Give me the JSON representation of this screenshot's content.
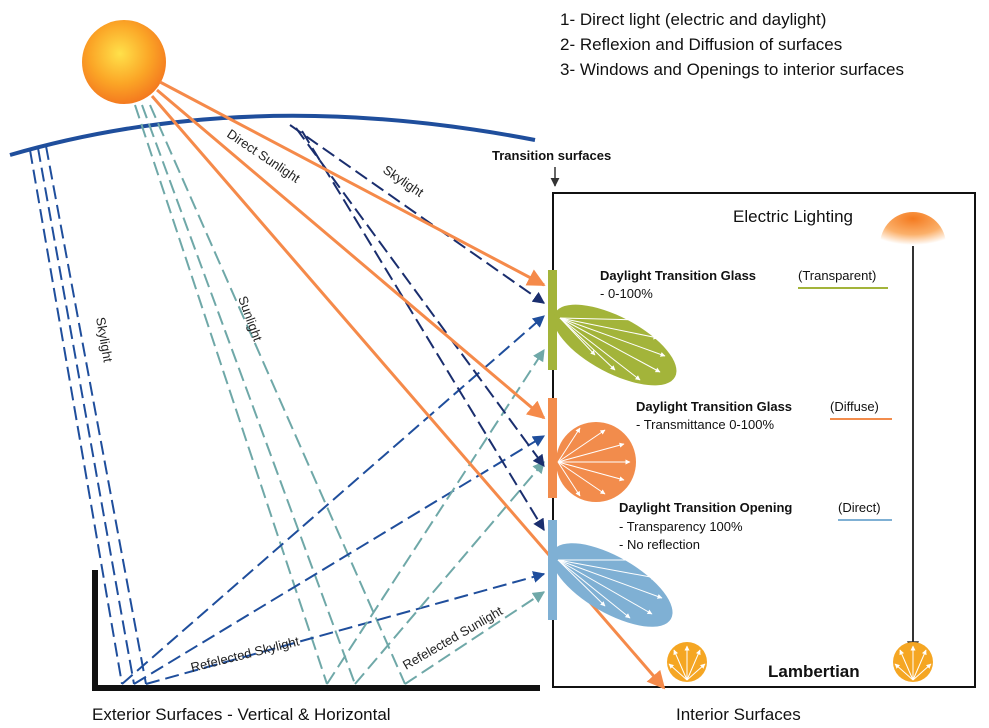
{
  "legend": [
    "1- Direct light (electric and daylight)",
    "2- Reflexion and Diffusion of surfaces",
    "3- Windows and Openings to interior surfaces"
  ],
  "ray_labels": {
    "skylight_left": "Skylight",
    "sunlight": "Sunlight",
    "direct_sunlight": "Direct Sunlight",
    "skylight_top": "Skylight",
    "reflected_skylight": "Refelected Skylight",
    "reflected_sunlight": "Refelected Sunlight"
  },
  "transition_surfaces_label": "Transition surfaces",
  "panels": [
    {
      "title": "Daylight Transition Glass",
      "type": "(Transparent)",
      "details": [
        "- 0-100%"
      ],
      "color": "#a3b43a"
    },
    {
      "title": "Daylight Transition Glass",
      "type": "(Diffuse)",
      "details": [
        "- Transmittance 0-100%"
      ],
      "color": "#f28c4c"
    },
    {
      "title": "Daylight Transition Opening",
      "type": "(Direct)",
      "details": [
        "- Transparency 100%",
        "- No reflection"
      ],
      "color": "#7fb0d4"
    }
  ],
  "electric_lighting_label": "Electric Lighting",
  "lambertian_label": "Lambertian",
  "footer": {
    "exterior": "Exterior Surfaces - Vertical & Horizontal",
    "interior": "Interior Surfaces"
  },
  "colors": {
    "sun": "#f7941d",
    "direct_ray": "#f58a4a",
    "sky_dome": "#1f4e9c",
    "skylight_ray": "#1f4e9c",
    "sunlight_ray": "#6fa8a8",
    "top_skylight_ray": "#1a2e6e",
    "green": "#a3b43a",
    "orange": "#f28c4c",
    "blue": "#7fb0d4",
    "lambert": "#f5a623"
  }
}
